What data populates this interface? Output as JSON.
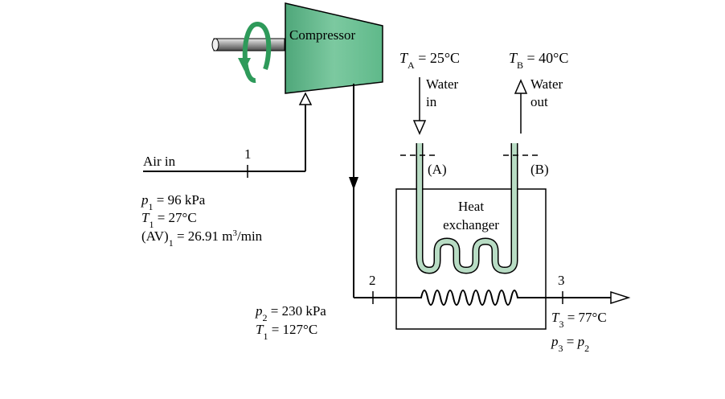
{
  "compressor": {
    "label": "Compressor"
  },
  "inlet": {
    "label": "Air in",
    "state_number": "1",
    "pressure": {
      "symbol": "p",
      "sub": "1",
      "value": " = 96 kPa"
    },
    "temperature": {
      "symbol": "T",
      "sub": "1",
      "value": " = 27°C"
    },
    "flow": {
      "prefix": "(AV)",
      "sub": "1",
      "value": " = 26.91 m",
      "sup": "3",
      "unit": "/min"
    }
  },
  "compressor_outlet": {
    "state_number": "2",
    "pressure": {
      "symbol": "p",
      "sub": "2",
      "value": " = 230 kPa"
    },
    "temperature": {
      "symbol": "T",
      "sub": "1",
      "value": " = 127°C"
    }
  },
  "exit": {
    "state_number": "3",
    "temperature": {
      "symbol": "T",
      "sub": "3",
      "value": " = 77°C"
    },
    "pressure": {
      "lhs_symbol": "p",
      "lhs_sub": "3",
      "eq": " = ",
      "rhs_symbol": "p",
      "rhs_sub": "2"
    }
  },
  "water_inlet": {
    "temperature": {
      "symbol": "T",
      "sub": "A",
      "value": " = 25°C"
    },
    "label_line1": "Water",
    "label_line2": "in",
    "station": "(A)"
  },
  "water_outlet": {
    "temperature": {
      "symbol": "T",
      "sub": "B",
      "value": " = 40°C"
    },
    "label_line1": "Water",
    "label_line2": "out",
    "station": "(B)"
  },
  "heat_exchanger": {
    "label_line1": "Heat",
    "label_line2": "exchanger"
  },
  "colors": {
    "compressor_fill": "#5fb98a",
    "rotation_arrow": "#2e9a5a",
    "tube_fill": "#b8dcc4",
    "line": "#000000"
  }
}
